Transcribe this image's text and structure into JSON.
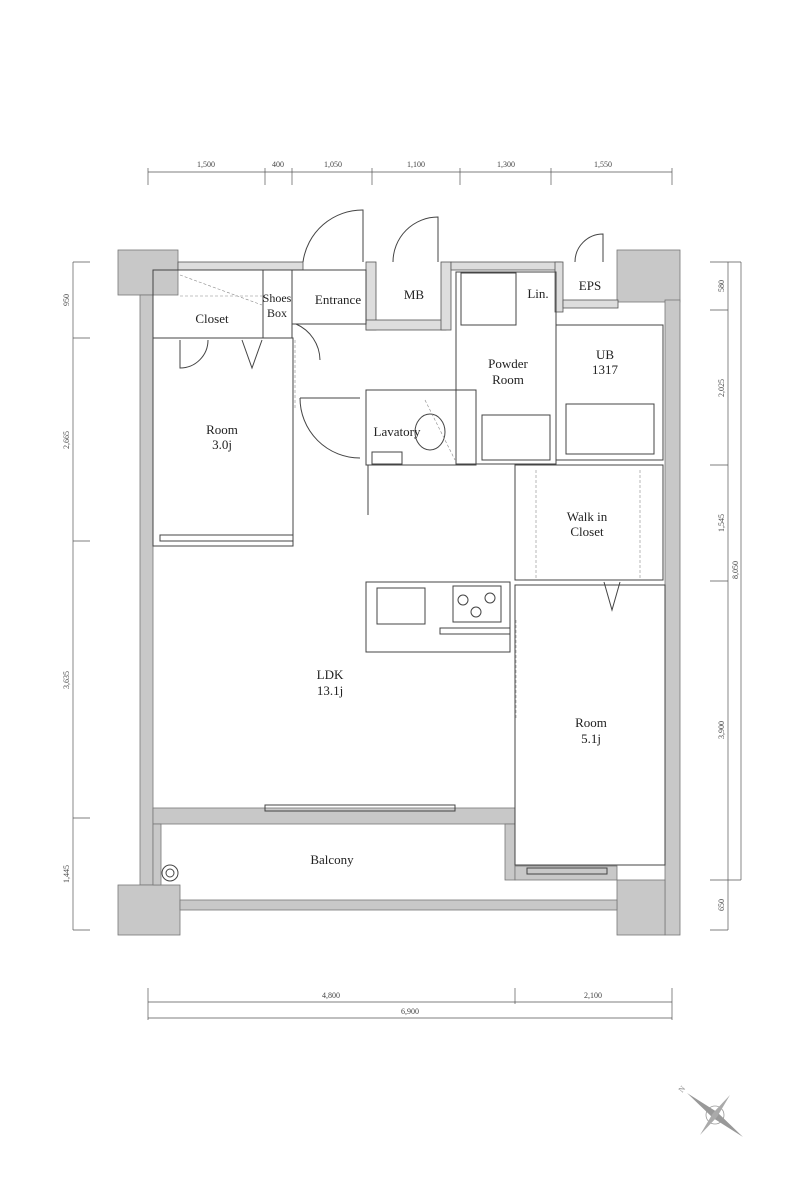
{
  "rooms": {
    "closet": "Closet",
    "shoes_box_1": "Shoes",
    "shoes_box_2": "Box",
    "entrance": "Entrance",
    "mb": "MB",
    "lin": "Lin.",
    "eps": "EPS",
    "powder_room_1": "Powder",
    "powder_room_2": "Room",
    "ub_1": "UB",
    "ub_2": "1317",
    "room_west_1": "Room",
    "room_west_2": "3.0j",
    "lavatory": "Lavatory",
    "walk_in_closet_1": "Walk in",
    "walk_in_closet_2": "Closet",
    "ldk_1": "LDK",
    "ldk_2": "13.1j",
    "room_east_1": "Room",
    "room_east_2": "5.1j",
    "balcony": "Balcony"
  },
  "dimensions": {
    "top": [
      "1,500",
      "400",
      "1,050",
      "1,100",
      "1,300",
      "1,550"
    ],
    "left": [
      "950",
      "2,665",
      "3,635",
      "1,445"
    ],
    "right": [
      "580",
      "2,025",
      "1,545",
      "3,900",
      "650"
    ],
    "right_total": "8,050",
    "bottom": [
      "4,800",
      "2,100"
    ],
    "bottom_total": "6,900"
  },
  "compass": {
    "north_label": "N",
    "icon": "compass-rose-icon"
  },
  "colors": {
    "wall": "#c8c8c8",
    "line": "#444444"
  }
}
